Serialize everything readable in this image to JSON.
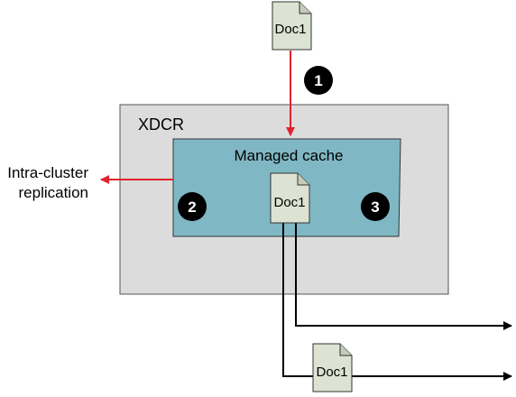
{
  "diagram": {
    "outer_box_label": "XDCR",
    "cache_label": "Managed cache",
    "replication_label_line1": "Intra-cluster",
    "replication_label_line2": "replication",
    "documents": {
      "top": "Doc1",
      "cache": "Doc1",
      "bottom": "Doc1"
    },
    "steps": {
      "step1": "1",
      "step2": "2",
      "step3": "3"
    }
  },
  "colors": {
    "outer_box_fill": "#dcdcdc",
    "cache_fill": "#7fb8c4",
    "document_fill": "#dde3d2",
    "red_arrow": "#e0222e",
    "black_arrow": "#000000",
    "step_badge": "#000000"
  }
}
